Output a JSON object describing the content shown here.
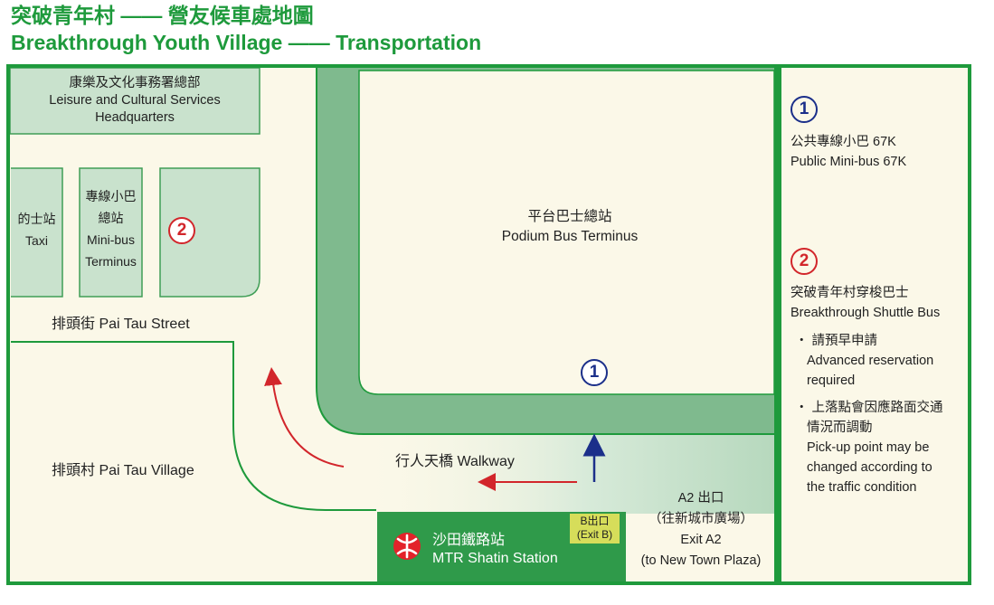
{
  "header": {
    "title_zh": "突破青年村 —— 營友候車處地圖",
    "title_en": "Breakthrough Youth Village —— Transportation"
  },
  "map": {
    "lcsd": {
      "zh": "康樂及文化事務署總部",
      "en_line1": "Leisure and Cultural Services",
      "en_line2": "Headquarters"
    },
    "taxi": {
      "zh": "的士站",
      "en": "Taxi"
    },
    "minibus_terminus": {
      "zh_line1": "專線小巴",
      "zh_line2": "總站",
      "en_line1": "Mini-bus",
      "en_line2": "Terminus"
    },
    "marker_shuttle": "2",
    "pai_tau_street": "排頭街   Pai Tau Street",
    "pai_tau_village": "排頭村   Pai Tau Village",
    "podium": {
      "zh": "平台巴士總站",
      "en": "Podium Bus Terminus"
    },
    "marker_minibus": "1",
    "walkway": "行人天橋   Walkway",
    "station": {
      "zh": "沙田鐵路站",
      "en": "MTR Shatin Station"
    },
    "exit_b": {
      "zh": "B出口",
      "en": "(Exit B)"
    },
    "exit_a2": {
      "zh_line1": "A2 出口",
      "zh_line2": "（往新城市廣場）",
      "en_line1": "Exit A2",
      "en_line2": "(to New Town Plaza)"
    }
  },
  "legend": {
    "item1": {
      "number": "1",
      "zh": "公共專線小巴 67K",
      "en": "Public Mini-bus 67K"
    },
    "item2": {
      "number": "2",
      "zh": "突破青年村穿梭巴士",
      "en": "Breakthrough Shuttle Bus",
      "note1_zh": "‧ 請預早申請",
      "note1_en_line1": "Advanced reservation",
      "note1_en_line2": "required",
      "note2_zh_line1": "‧ 上落點會因應路面交通",
      "note2_zh_line2": "情況而調動",
      "note2_en_line1": "Pick-up point may be",
      "note2_en_line2": "changed according to",
      "note2_en_line3": "the traffic condition"
    }
  },
  "colors": {
    "title_green": "#1e9a3c",
    "frame_green": "#1e9a3c",
    "road_green": "#7fba8e",
    "block_fill": "#c9e2cd",
    "map_bg": "#fbf8e8",
    "station_green": "#2f9a4a",
    "marker_navy": "#1b2f8a",
    "marker_red": "#d2262b",
    "mtr_red": "#e3222a"
  }
}
